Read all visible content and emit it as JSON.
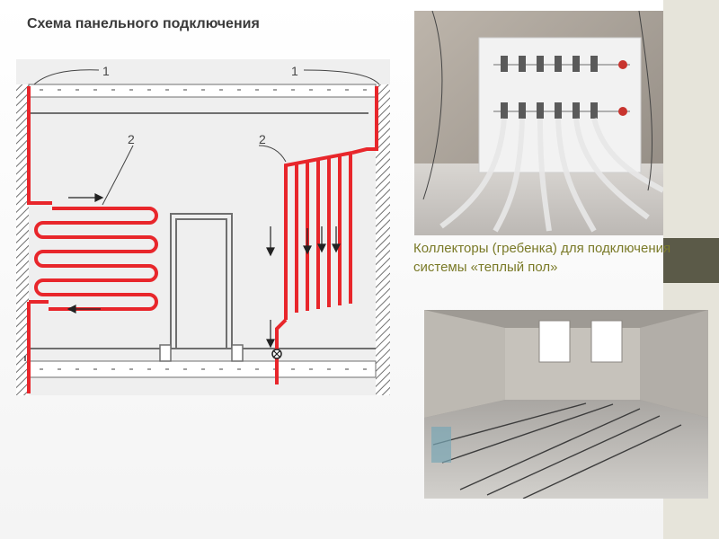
{
  "slide": {
    "title": "Схема панельного подключения",
    "caption": "Коллекторы (гребенка) для подключения системы «теплый пол»"
  },
  "diagram": {
    "callouts": {
      "riser_left": "1",
      "riser_right": "1",
      "panel_left": "2",
      "panel_right": "2"
    }
  },
  "colors": {
    "pipe": "#e8262b",
    "wall_hatch": "#7a7a7a",
    "diagram_bg": "#efefef",
    "caption": "#7a7a28"
  },
  "icons": {
    "manifold_photo": "manifold-photo",
    "room_photo": "underfloor-heating-photo"
  }
}
